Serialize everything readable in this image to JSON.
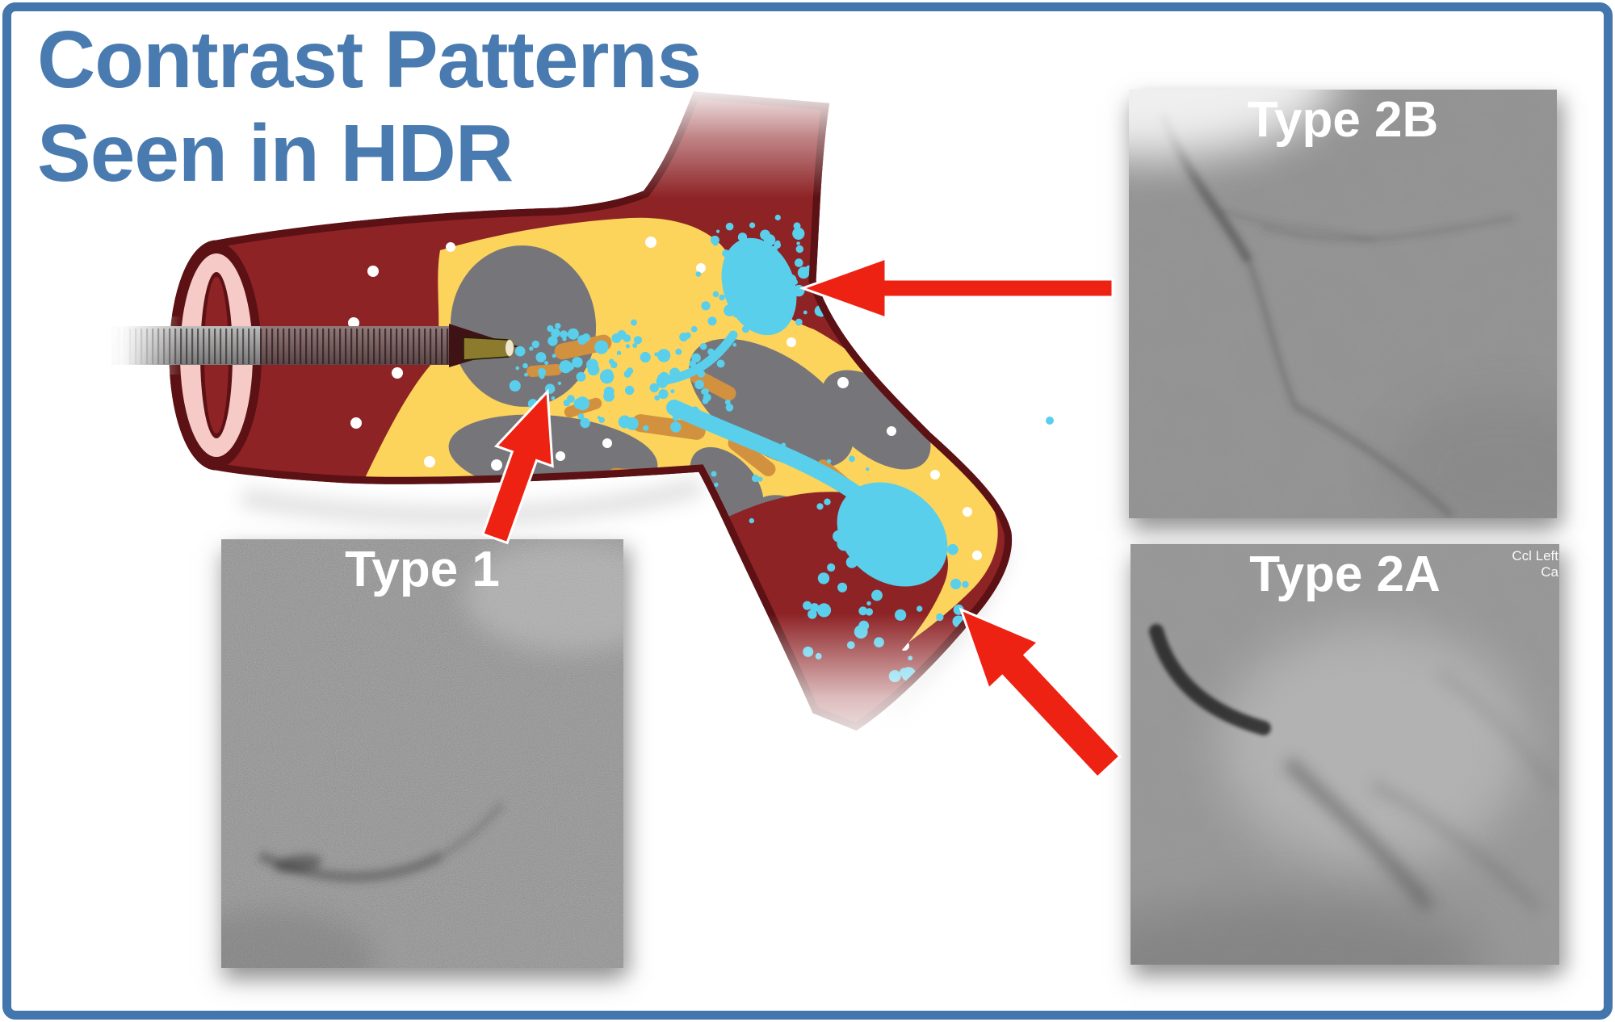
{
  "page": {
    "title_line1": "Contrast Patterns",
    "title_line2": "Seen in HDR"
  },
  "panels": {
    "type1": {
      "label": "Type 1"
    },
    "type2b": {
      "label": "Type 2B"
    },
    "type2a": {
      "label": "Type 2A",
      "overlay_line1": "Ccl Left",
      "overlay_line2": "Ca"
    }
  },
  "illustration": {
    "arrow_count": "3",
    "arrow_color_name": "red"
  },
  "colors": {
    "border_blue": "#4276ac",
    "title_blue": "#497bb0",
    "vessel_red": "#8e2326",
    "vessel_outline": "#5c1114",
    "lumen_pink": "#f6cac7",
    "plaque_yellow": "#fcd45c",
    "calcium_gray": "#76767a",
    "lipid_orange": "#d2913f",
    "contrast_cyan": "#59cfec",
    "arrow_red": "#ee2213",
    "photo_gray": "#909090"
  }
}
